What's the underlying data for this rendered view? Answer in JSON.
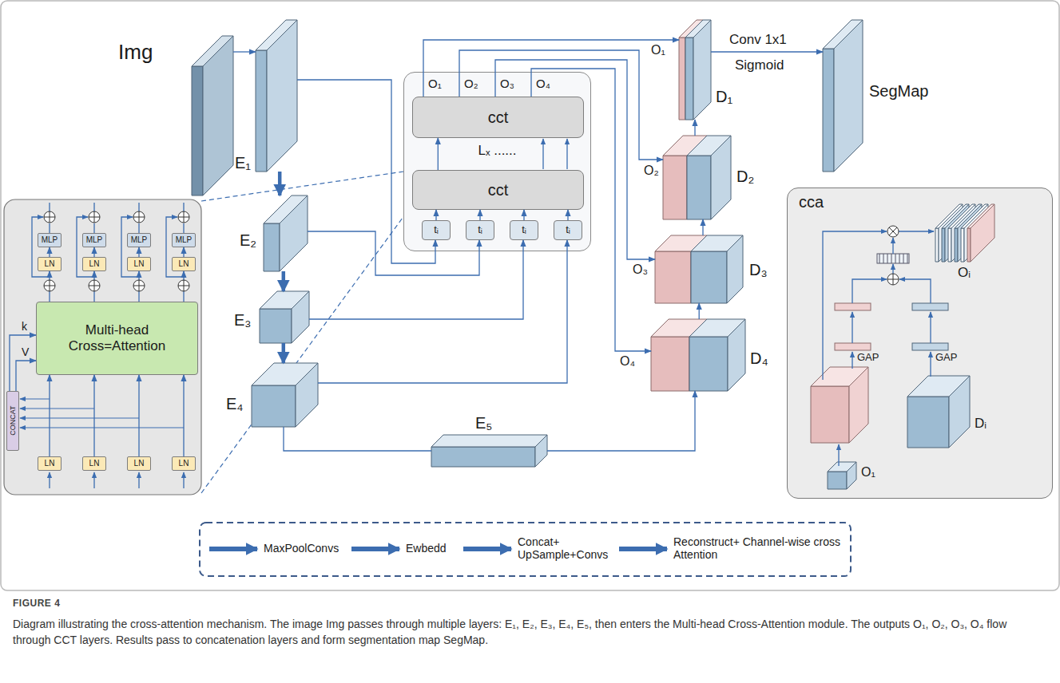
{
  "diagram": {
    "caption": "Diagram illustrating the cross-attention mechanism. The image Img passes through multiple layers: E₁, E₂, E₃, E₄, E₅, then enters the Multi-head Cross-Attention module. The outputs O₁, O₂, O₃, O₄ flow through CCT layers. Results pass to concatenation layers and form segmentation map SegMap.",
    "nodes": [
      {
        "text": [
          "Img"
        ]
      },
      {
        "text": [
          "E₁"
        ]
      },
      {
        "text": [
          "E₂"
        ]
      },
      {
        "text": [
          "E₃"
        ]
      },
      {
        "text": [
          "E₄"
        ]
      },
      {
        "text": [
          "E₅"
        ]
      },
      {
        "text": [
          "MLP"
        ]
      },
      {
        "text": [
          "MLP"
        ]
      },
      {
        "text": [
          "MLP"
        ]
      },
      {
        "text": [
          "MLP"
        ]
      },
      {
        "text": [
          "LN"
        ]
      },
      {
        "text": [
          "LN"
        ]
      },
      {
        "text": [
          "LN"
        ]
      },
      {
        "text": [
          "LN"
        ]
      },
      {
        "text": [
          "Multi-head Cross=Attention"
        ]
      },
      {
        "text": [
          "CONCAT"
        ]
      },
      {
        "text": [
          "LN"
        ]
      },
      {
        "text": [
          "LN"
        ]
      },
      {
        "text": [
          "LN"
        ]
      },
      {
        "text": [
          "LN"
        ]
      },
      {
        "text": [
          "Lₓ ......"
        ]
      },
      {
        "text": [
          "cct"
        ],
        "in": 20
      },
      {
        "text": [
          "cct"
        ],
        "in": 20
      },
      {
        "text": [
          "tᵢ"
        ],
        "in": 20
      },
      {
        "text": [
          "tᵢ"
        ],
        "in": 20
      },
      {
        "text": [
          "tᵢ"
        ],
        "in": 20
      },
      {
        "text": [
          "tᵢ"
        ],
        "in": 20
      },
      {
        "text": [
          "D₁"
        ]
      },
      {
        "text": [
          "D₂"
        ]
      },
      {
        "text": [
          "D₃"
        ]
      },
      {
        "text": [
          "D₄"
        ]
      },
      {
        "text": [
          "SegMap"
        ]
      },
      {
        "text": [
          "cca"
        ]
      },
      {
        "text": [
          "Oᵢ"
        ],
        "in": 32
      },
      {
        "text": [
          "Dᵢ"
        ],
        "in": 32
      },
      {
        "text": [
          "O₁"
        ],
        "in": 32
      }
    ],
    "edges": [
      {
        "from": 0,
        "to": 1,
        "arrow": "to"
      },
      {
        "from": 1,
        "to": 2,
        "arrow": "to"
      },
      {
        "from": 2,
        "to": 3,
        "arrow": "to"
      },
      {
        "from": 3,
        "to": 4,
        "arrow": "to"
      },
      {
        "from": 4,
        "to": 5,
        "arrow": "none"
      },
      {
        "from": 5,
        "to": 30,
        "arrow": "to"
      },
      {
        "from": 1,
        "to": 23,
        "arrow": "to"
      },
      {
        "from": 2,
        "to": 24,
        "arrow": "to"
      },
      {
        "from": 3,
        "to": 25,
        "arrow": "to"
      },
      {
        "from": 4,
        "to": 26,
        "arrow": "to"
      },
      {
        "from": 23,
        "to": 22,
        "arrow": "to"
      },
      {
        "from": 24,
        "to": 22,
        "arrow": "to"
      },
      {
        "from": 25,
        "to": 22,
        "arrow": "to"
      },
      {
        "from": 26,
        "to": 22,
        "arrow": "to"
      },
      {
        "from": 22,
        "to": 21,
        "arrow": "to"
      },
      {
        "from": 21,
        "to": 27,
        "arrow": "to"
      },
      {
        "from": 21,
        "to": 28,
        "arrow": "to"
      },
      {
        "from": 21,
        "to": 29,
        "arrow": "to"
      },
      {
        "from": 21,
        "to": 30,
        "arrow": "to"
      },
      {
        "from": 30,
        "to": 29,
        "arrow": "to"
      },
      {
        "from": 29,
        "to": 28,
        "arrow": "to"
      },
      {
        "from": 28,
        "to": 27,
        "arrow": "to"
      },
      {
        "from": 27,
        "to": 31,
        "arrow": "to",
        "label": "Conv 1x1"
      },
      {
        "from": 16,
        "to": 14,
        "arrow": "to"
      },
      {
        "from": 17,
        "to": 14,
        "arrow": "to"
      },
      {
        "from": 18,
        "to": 14,
        "arrow": "to"
      },
      {
        "from": 19,
        "to": 14,
        "arrow": "to"
      },
      {
        "from": 15,
        "to": 14,
        "arrow": "to",
        "label": "k"
      },
      {
        "from": 15,
        "to": 14,
        "arrow": "to",
        "label": "V"
      },
      {
        "from": 14,
        "to": 10,
        "arrow": "to"
      },
      {
        "from": 14,
        "to": 11,
        "arrow": "to"
      },
      {
        "from": 14,
        "to": 12,
        "arrow": "to"
      },
      {
        "from": 14,
        "to": 13,
        "arrow": "to"
      },
      {
        "from": 10,
        "to": 6,
        "arrow": "to"
      },
      {
        "from": 11,
        "to": 7,
        "arrow": "to"
      },
      {
        "from": 12,
        "to": 8,
        "arrow": "to"
      },
      {
        "from": 13,
        "to": 9,
        "arrow": "to"
      }
    ],
    "labels": [
      "O₁",
      "O₂",
      "O₃",
      "O₄",
      "O₁",
      "O₂",
      "O₃",
      "O₄",
      "Sigmoid",
      "GAP",
      "GAP",
      "FIGURE 4"
    ],
    "legend": [
      {
        "text": "MaxPoolConvs"
      },
      {
        "text": "Ewbedd"
      },
      {
        "text": "Concat+ UpSample+Convs"
      },
      {
        "text": "Reconstruct+ Channel-wise cross Attention"
      }
    ]
  }
}
